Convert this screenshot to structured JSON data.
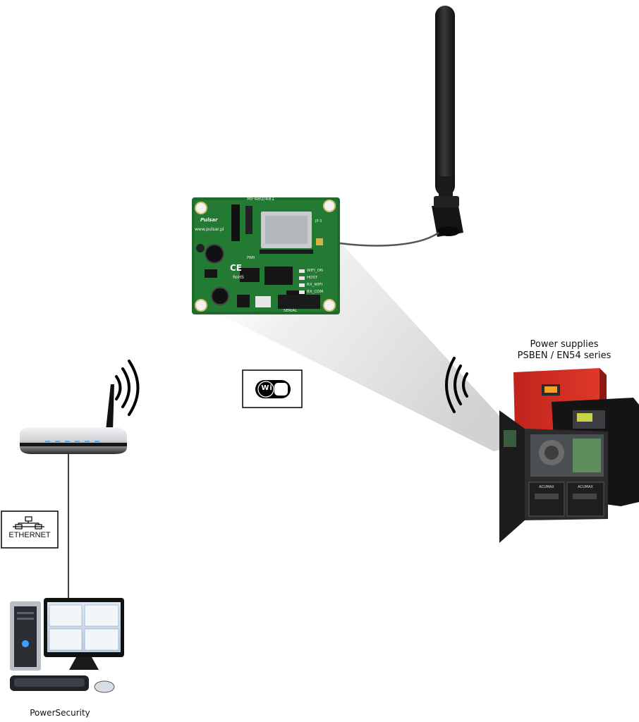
{
  "module": {
    "model": "MF480/481",
    "brand": "Pulsar",
    "url": "www.pulsar.pl",
    "pwr_label": "PWR",
    "ce_mark": "CE",
    "rohs": "RoHS",
    "leds": [
      "WIFI_ON",
      "HOST",
      "RX_WIFI",
      "RX_COM"
    ],
    "serial_label": "SERIAL",
    "jumper_label": "JP-3"
  },
  "wifi_badge": {
    "text": "Wi Fi"
  },
  "ethernet_badge": {
    "text": "ETHERNET"
  },
  "power_supplies": {
    "line1": "Power supplies",
    "line2": "PSBEN / EN54 series",
    "battery_brand": "ACUMAX"
  },
  "computer": {
    "label": "PowerSecurity"
  }
}
